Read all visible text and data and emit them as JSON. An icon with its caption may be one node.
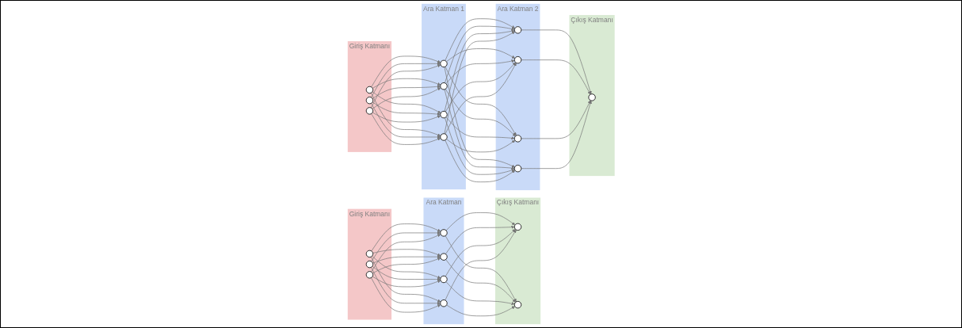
{
  "diagram": {
    "nodes": [
      {
        "text": [
          "Giriş Katmanı"
        ]
      },
      {
        "text": [],
        "shape": "circle",
        "in": 0
      },
      {
        "text": [],
        "shape": "circle",
        "in": 0
      },
      {
        "text": [],
        "shape": "circle",
        "in": 0
      },
      {
        "text": [
          "Ara Katman"
        ]
      },
      {
        "text": [],
        "shape": "circle",
        "in": 4
      },
      {
        "text": [],
        "shape": "circle",
        "in": 4
      },
      {
        "text": [],
        "shape": "circle",
        "in": 4
      },
      {
        "text": [],
        "shape": "circle",
        "in": 4
      },
      {
        "text": [
          "Çıkış Katmanı"
        ]
      },
      {
        "text": [],
        "shape": "circle",
        "in": 9
      },
      {
        "text": [],
        "shape": "circle",
        "in": 9
      },
      {
        "text": [
          "Giriş Katmanı"
        ]
      },
      {
        "text": [],
        "shape": "circle",
        "in": 12
      },
      {
        "text": [],
        "shape": "circle",
        "in": 12
      },
      {
        "text": [],
        "shape": "circle",
        "in": 12
      },
      {
        "text": [
          "Ara Katman 1"
        ]
      },
      {
        "text": [],
        "shape": "circle",
        "in": 16
      },
      {
        "text": [],
        "shape": "circle",
        "in": 16
      },
      {
        "text": [],
        "shape": "circle",
        "in": 16
      },
      {
        "text": [],
        "shape": "circle",
        "in": 16
      },
      {
        "text": [
          "Ara Katman 2"
        ]
      },
      {
        "text": [],
        "shape": "circle",
        "in": 21
      },
      {
        "text": [],
        "shape": "circle",
        "in": 21
      },
      {
        "text": [],
        "shape": "circle",
        "in": 21
      },
      {
        "text": [],
        "shape": "circle",
        "in": 21
      },
      {
        "text": [
          "Çıkış Katmanı"
        ]
      },
      {
        "text": [],
        "shape": "circle",
        "in": 26
      }
    ],
    "edges": [
      {
        "from": 1,
        "to": 5,
        "arrow": "to"
      },
      {
        "from": 1,
        "to": 6,
        "arrow": "to"
      },
      {
        "from": 1,
        "to": 7,
        "arrow": "to"
      },
      {
        "from": 1,
        "to": 8,
        "arrow": "to"
      },
      {
        "from": 2,
        "to": 5,
        "arrow": "to"
      },
      {
        "from": 2,
        "to": 6,
        "arrow": "to"
      },
      {
        "from": 2,
        "to": 7,
        "arrow": "to"
      },
      {
        "from": 2,
        "to": 8,
        "arrow": "to"
      },
      {
        "from": 3,
        "to": 5,
        "arrow": "to"
      },
      {
        "from": 3,
        "to": 6,
        "arrow": "to"
      },
      {
        "from": 3,
        "to": 7,
        "arrow": "to"
      },
      {
        "from": 3,
        "to": 8,
        "arrow": "to"
      },
      {
        "from": 5,
        "to": 10,
        "arrow": "to"
      },
      {
        "from": 5,
        "to": 11,
        "arrow": "to"
      },
      {
        "from": 6,
        "to": 10,
        "arrow": "to"
      },
      {
        "from": 6,
        "to": 11,
        "arrow": "to"
      },
      {
        "from": 7,
        "to": 10,
        "arrow": "to"
      },
      {
        "from": 7,
        "to": 11,
        "arrow": "to"
      },
      {
        "from": 8,
        "to": 10,
        "arrow": "to"
      },
      {
        "from": 8,
        "to": 11,
        "arrow": "to"
      },
      {
        "from": 13,
        "to": 17,
        "arrow": "to"
      },
      {
        "from": 13,
        "to": 18,
        "arrow": "to"
      },
      {
        "from": 13,
        "to": 19,
        "arrow": "to"
      },
      {
        "from": 13,
        "to": 20,
        "arrow": "to"
      },
      {
        "from": 14,
        "to": 17,
        "arrow": "to"
      },
      {
        "from": 14,
        "to": 18,
        "arrow": "to"
      },
      {
        "from": 14,
        "to": 19,
        "arrow": "to"
      },
      {
        "from": 14,
        "to": 20,
        "arrow": "to"
      },
      {
        "from": 15,
        "to": 17,
        "arrow": "to"
      },
      {
        "from": 15,
        "to": 18,
        "arrow": "to"
      },
      {
        "from": 15,
        "to": 19,
        "arrow": "to"
      },
      {
        "from": 15,
        "to": 20,
        "arrow": "to"
      },
      {
        "from": 17,
        "to": 22,
        "arrow": "to"
      },
      {
        "from": 17,
        "to": 23,
        "arrow": "to"
      },
      {
        "from": 17,
        "to": 24,
        "arrow": "to"
      },
      {
        "from": 17,
        "to": 25,
        "arrow": "to"
      },
      {
        "from": 18,
        "to": 22,
        "arrow": "to"
      },
      {
        "from": 18,
        "to": 23,
        "arrow": "to"
      },
      {
        "from": 18,
        "to": 24,
        "arrow": "to"
      },
      {
        "from": 18,
        "to": 25,
        "arrow": "to"
      },
      {
        "from": 19,
        "to": 22,
        "arrow": "to"
      },
      {
        "from": 19,
        "to": 23,
        "arrow": "to"
      },
      {
        "from": 19,
        "to": 24,
        "arrow": "to"
      },
      {
        "from": 19,
        "to": 25,
        "arrow": "to"
      },
      {
        "from": 20,
        "to": 22,
        "arrow": "to"
      },
      {
        "from": 20,
        "to": 23,
        "arrow": "to"
      },
      {
        "from": 20,
        "to": 24,
        "arrow": "to"
      },
      {
        "from": 20,
        "to": 25,
        "arrow": "to"
      },
      {
        "from": 22,
        "to": 27,
        "arrow": "to"
      },
      {
        "from": 23,
        "to": 27,
        "arrow": "to"
      },
      {
        "from": 24,
        "to": 27,
        "arrow": "to"
      },
      {
        "from": 25,
        "to": 27,
        "arrow": "to"
      }
    ]
  }
}
